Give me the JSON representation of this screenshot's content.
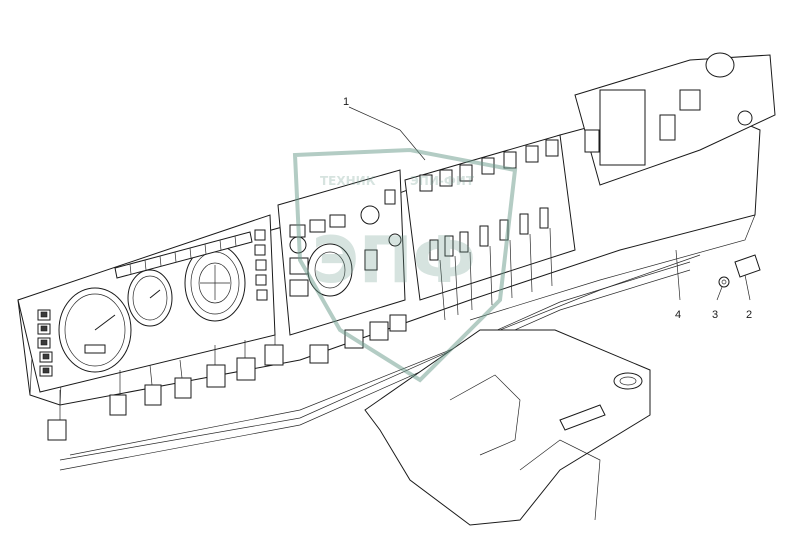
{
  "callouts": [
    {
      "id": "1",
      "text": "1"
    },
    {
      "id": "2",
      "text": "2"
    },
    {
      "id": "3",
      "text": "3"
    },
    {
      "id": "4",
      "text": "4"
    }
  ],
  "watermark": {
    "line1": "TEXHИК",
    "line2": "ЭПИ-ФИТ",
    "logo": "ЭПФ",
    "color": "#6a9a8a"
  }
}
